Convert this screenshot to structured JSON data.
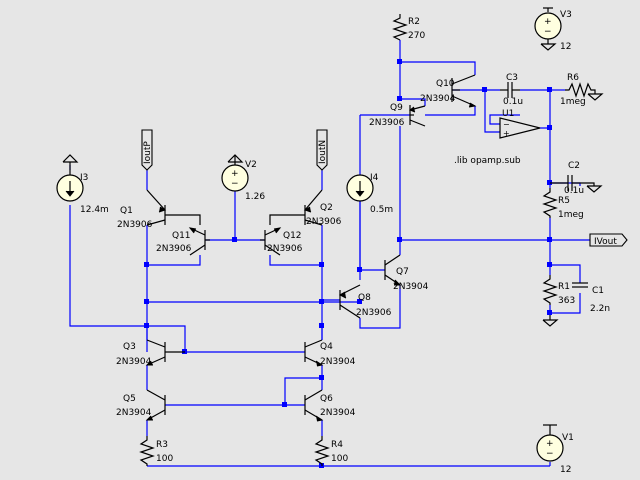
{
  "schematic": {
    "components": {
      "R2": {
        "ref": "R2",
        "value": "270"
      },
      "V3": {
        "ref": "V3",
        "value": "12"
      },
      "Q10": {
        "ref": "Q10",
        "model": "2N3904"
      },
      "C3": {
        "ref": "C3",
        "value": "0.1u"
      },
      "R6": {
        "ref": "R6",
        "value": "1meg"
      },
      "Q9": {
        "ref": "Q9",
        "model": "2N3906"
      },
      "U1": {
        "ref": "U1"
      },
      "lib": {
        "directive": ".lib opamp.sub"
      },
      "C2": {
        "ref": "C2",
        "value": "0.1u"
      },
      "R5": {
        "ref": "R5",
        "value": "1meg"
      },
      "I3": {
        "ref": "I3",
        "value": "12.4m"
      },
      "I4": {
        "ref": "I4",
        "value": "0.5m"
      },
      "V2": {
        "ref": "V2",
        "value": "1.26"
      },
      "Q1": {
        "ref": "Q1",
        "model": "2N3906"
      },
      "Q11": {
        "ref": "Q11",
        "model": "2N3906"
      },
      "Q12": {
        "ref": "Q12",
        "model": "2N3906"
      },
      "Q2": {
        "ref": "Q2",
        "model": "2N3906"
      },
      "Q7": {
        "ref": "Q7",
        "model": "2N3904"
      },
      "Q8": {
        "ref": "Q8",
        "model": "2N3906"
      },
      "R1": {
        "ref": "R1",
        "value": "363"
      },
      "C1": {
        "ref": "C1",
        "value": "2.2n"
      },
      "Q3": {
        "ref": "Q3",
        "model": "2N3904"
      },
      "Q4": {
        "ref": "Q4",
        "model": "2N3904"
      },
      "Q5": {
        "ref": "Q5",
        "model": "2N3904"
      },
      "Q6": {
        "ref": "Q6",
        "model": "2N3904"
      },
      "R3": {
        "ref": "R3",
        "value": "100"
      },
      "R4": {
        "ref": "R4",
        "value": "100"
      },
      "V1": {
        "ref": "V1",
        "value": "12"
      }
    },
    "net_labels": {
      "ioutp": "IoutP",
      "ioutn": "IoutN",
      "ivout": "IVout"
    },
    "colors": {
      "background": "#e6e6e6",
      "wire": "#0000ff",
      "symbol": "#000000",
      "source_fill": "#ffffe0"
    }
  }
}
